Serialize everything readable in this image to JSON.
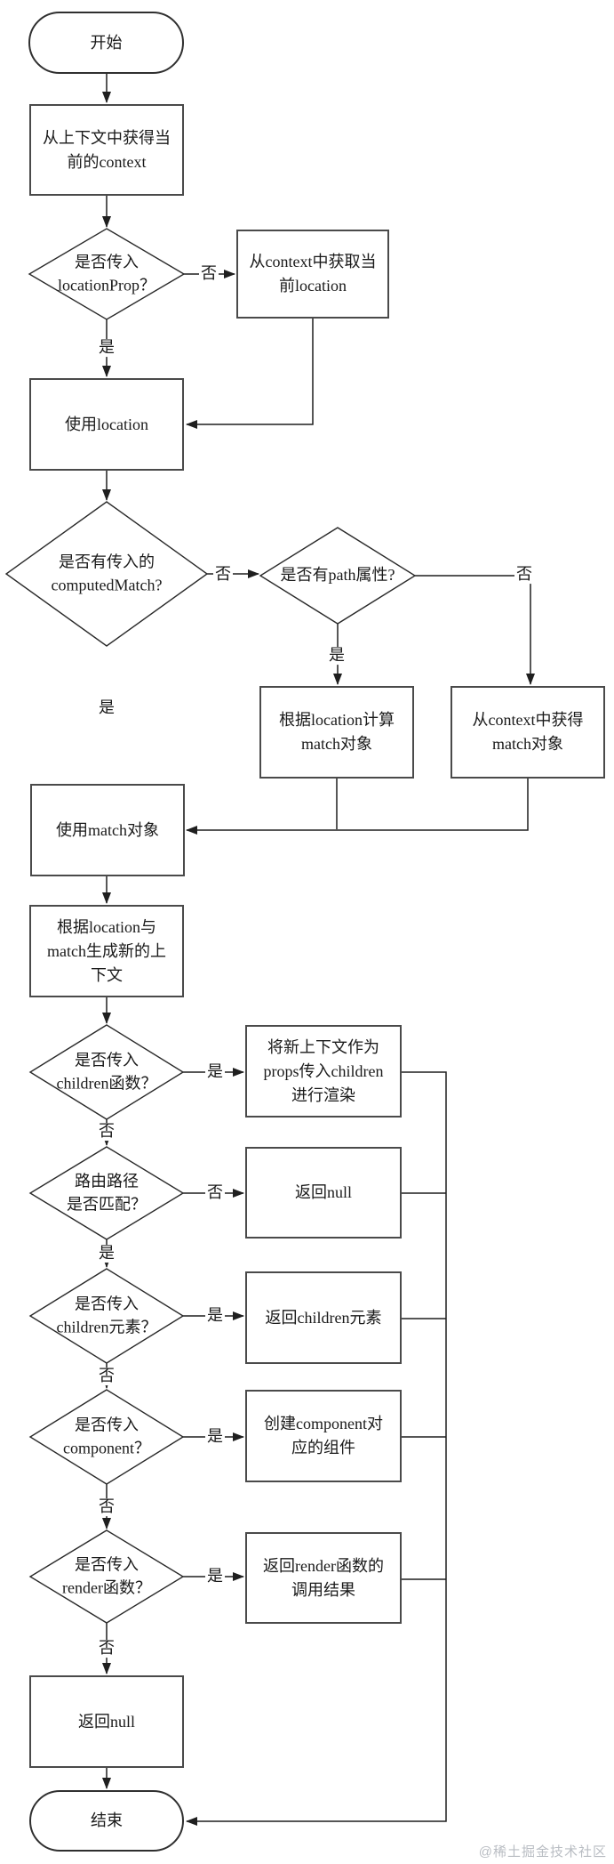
{
  "labels": {
    "yes": "是",
    "no": "否"
  },
  "nodes": {
    "start": {
      "type": "terminator",
      "label": "开始"
    },
    "get_context": {
      "type": "process",
      "label": "从上下文中获得当\n前的context"
    },
    "q_location_prop": {
      "type": "decision",
      "label": "是否传入\nlocationProp？"
    },
    "get_location": {
      "type": "process",
      "label": "从context中获取当\n前location"
    },
    "use_location": {
      "type": "process",
      "label": "使用location"
    },
    "q_computed_match": {
      "type": "decision",
      "label": "是否有传入的\ncomputedMatch?"
    },
    "q_has_path": {
      "type": "decision",
      "label": "是否有path属性?"
    },
    "calc_match": {
      "type": "process",
      "label": "根据location计算\nmatch对象"
    },
    "get_match_from_context": {
      "type": "process",
      "label": "从context中获得\nmatch对象"
    },
    "use_match": {
      "type": "process",
      "label": "使用match对象"
    },
    "new_context": {
      "type": "process",
      "label": "根据location与\nmatch生成新的上\n下文"
    },
    "q_children_fn": {
      "type": "decision",
      "label": "是否传入\nchildren函数？"
    },
    "render_children_fn": {
      "type": "process",
      "label": "将新上下文作为\nprops传入children\n进行渲染"
    },
    "q_route_match": {
      "type": "decision",
      "label": "路由路径\n是否匹配？"
    },
    "return_null_no_match": {
      "type": "process",
      "label": "返回null"
    },
    "q_children_el": {
      "type": "decision",
      "label": "是否传入\nchildren元素？"
    },
    "return_children_el": {
      "type": "process",
      "label": "返回children元素"
    },
    "q_component": {
      "type": "decision",
      "label": "是否传入\ncomponent？"
    },
    "create_component": {
      "type": "process",
      "label": "创建component对\n应的组件"
    },
    "q_render_fn": {
      "type": "decision",
      "label": "是否传入\nrender函数？"
    },
    "return_render_result": {
      "type": "process",
      "label": "返回render函数的\n调用结果"
    },
    "return_null_final": {
      "type": "process",
      "label": "返回null"
    },
    "end": {
      "type": "terminator",
      "label": "结束"
    }
  },
  "edges": [
    {
      "from": "start",
      "to": "get_context"
    },
    {
      "from": "get_context",
      "to": "q_location_prop"
    },
    {
      "from": "q_location_prop",
      "to": "get_location",
      "label": "否"
    },
    {
      "from": "q_location_prop",
      "to": "use_location",
      "label": "是"
    },
    {
      "from": "get_location",
      "to": "use_location"
    },
    {
      "from": "use_location",
      "to": "q_computed_match"
    },
    {
      "from": "q_computed_match",
      "to": "q_has_path",
      "label": "否"
    },
    {
      "from": "q_computed_match",
      "to": "use_match",
      "label": "是"
    },
    {
      "from": "q_has_path",
      "to": "calc_match",
      "label": "是"
    },
    {
      "from": "q_has_path",
      "to": "get_match_from_context",
      "label": "否"
    },
    {
      "from": "calc_match",
      "to": "use_match"
    },
    {
      "from": "get_match_from_context",
      "to": "use_match"
    },
    {
      "from": "use_match",
      "to": "new_context"
    },
    {
      "from": "new_context",
      "to": "q_children_fn"
    },
    {
      "from": "q_children_fn",
      "to": "render_children_fn",
      "label": "是"
    },
    {
      "from": "q_children_fn",
      "to": "q_route_match",
      "label": "否"
    },
    {
      "from": "render_children_fn",
      "to": "end"
    },
    {
      "from": "q_route_match",
      "to": "return_null_no_match",
      "label": "否"
    },
    {
      "from": "q_route_match",
      "to": "q_children_el",
      "label": "是"
    },
    {
      "from": "return_null_no_match",
      "to": "end"
    },
    {
      "from": "q_children_el",
      "to": "return_children_el",
      "label": "是"
    },
    {
      "from": "q_children_el",
      "to": "q_component",
      "label": "否"
    },
    {
      "from": "return_children_el",
      "to": "end"
    },
    {
      "from": "q_component",
      "to": "create_component",
      "label": "是"
    },
    {
      "from": "q_component",
      "to": "q_render_fn",
      "label": "否"
    },
    {
      "from": "create_component",
      "to": "end"
    },
    {
      "from": "q_render_fn",
      "to": "return_render_result",
      "label": "是"
    },
    {
      "from": "q_render_fn",
      "to": "return_null_final",
      "label": "否"
    },
    {
      "from": "return_render_result",
      "to": "end"
    },
    {
      "from": "return_null_final",
      "to": "end"
    }
  ],
  "colors": {
    "line": "#1f1f1f",
    "process_border": "#4a4a4a",
    "terminator_border": "#2f2f2f",
    "text": "#1a1a1a",
    "watermark": "#b9bdc3",
    "background": "#ffffff"
  },
  "watermark": "@稀土掘金技术社区"
}
